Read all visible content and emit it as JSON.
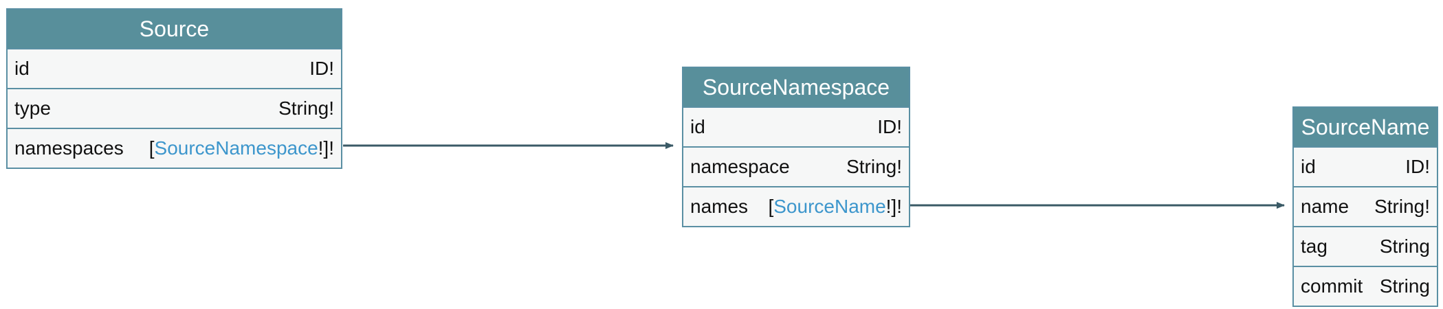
{
  "nodes": [
    {
      "title": "Source",
      "fields": [
        {
          "name": "id",
          "type_pre": "",
          "type_link": "",
          "type_post": "ID!"
        },
        {
          "name": "type",
          "type_pre": "",
          "type_link": "",
          "type_post": "String!"
        },
        {
          "name": "namespaces",
          "type_pre": "[",
          "type_link": "SourceNamespace",
          "type_post": "!]!"
        }
      ]
    },
    {
      "title": "SourceNamespace",
      "fields": [
        {
          "name": "id",
          "type_pre": "",
          "type_link": "",
          "type_post": "ID!"
        },
        {
          "name": "namespace",
          "type_pre": "",
          "type_link": "",
          "type_post": "String!"
        },
        {
          "name": "names",
          "type_pre": "[",
          "type_link": "SourceName",
          "type_post": "!]!"
        }
      ]
    },
    {
      "title": "SourceName",
      "fields": [
        {
          "name": "id",
          "type_pre": "",
          "type_link": "",
          "type_post": "ID!"
        },
        {
          "name": "name",
          "type_pre": "",
          "type_link": "",
          "type_post": "String!"
        },
        {
          "name": "tag",
          "type_pre": "",
          "type_link": "",
          "type_post": "String"
        },
        {
          "name": "commit",
          "type_pre": "",
          "type_link": "",
          "type_post": "String"
        }
      ]
    }
  ],
  "colors": {
    "header": "#588f9b",
    "border": "#5a8fa3",
    "body": "#f6f7f7",
    "link": "#3d96cc",
    "edge": "#3a5a66"
  }
}
